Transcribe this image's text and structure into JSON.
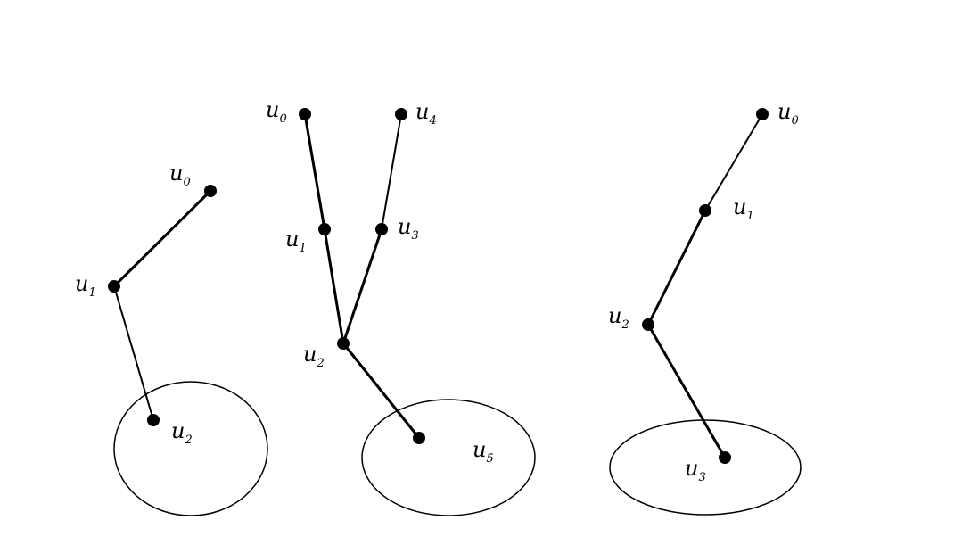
{
  "diagrams": [
    {
      "id": "left",
      "labels": {
        "u0": {
          "base": "u",
          "sub": "0"
        },
        "u1": {
          "base": "u",
          "sub": "1"
        },
        "u2": {
          "base": "u",
          "sub": "2"
        }
      }
    },
    {
      "id": "middle",
      "labels": {
        "u0": {
          "base": "u",
          "sub": "0"
        },
        "u1": {
          "base": "u",
          "sub": "1"
        },
        "u2": {
          "base": "u",
          "sub": "2"
        },
        "u3": {
          "base": "u",
          "sub": "3"
        },
        "u4": {
          "base": "u",
          "sub": "4"
        },
        "u5": {
          "base": "u",
          "sub": "5"
        }
      }
    },
    {
      "id": "right",
      "labels": {
        "u0": {
          "base": "u",
          "sub": "0"
        },
        "u1": {
          "base": "u",
          "sub": "1"
        },
        "u2": {
          "base": "u",
          "sub": "2"
        },
        "u3": {
          "base": "u",
          "sub": "3"
        }
      }
    }
  ]
}
